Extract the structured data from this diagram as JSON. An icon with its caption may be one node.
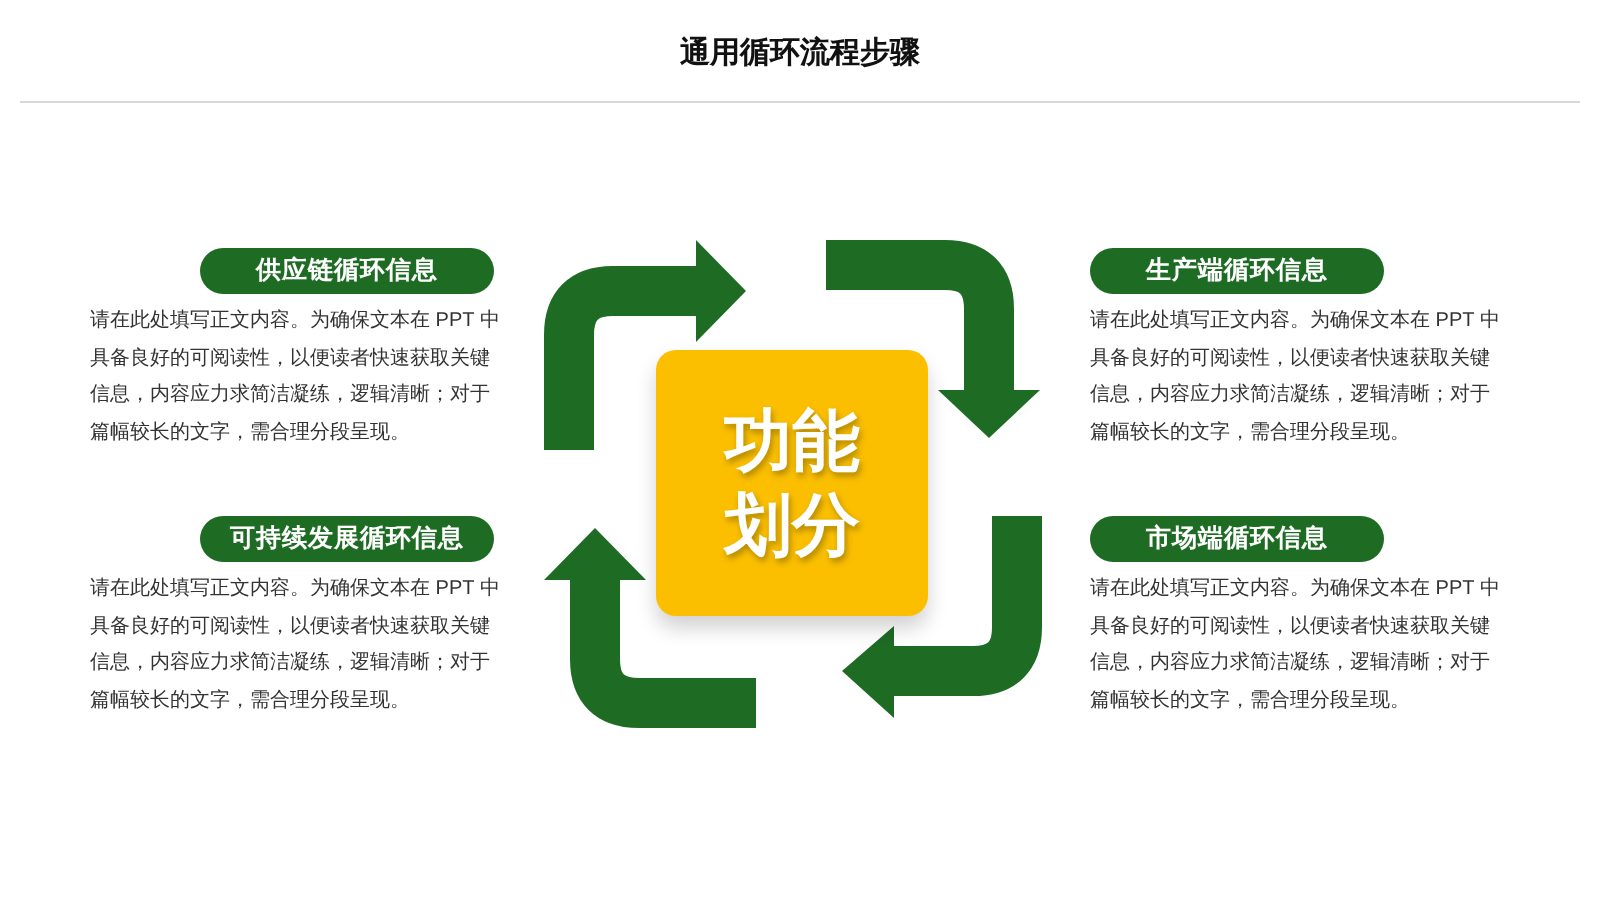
{
  "diagram": {
    "title": "通用循环流程步骤",
    "nodes": [
      {
        "text": [
          "供应链循环信息"
        ],
        "beside": [
          "请在此处填写正文内容。为确保文本在 PPT 中具备良好的可阅读性，以便读者快速获取关键信息，内容应力求简洁凝练，逻辑清晰；对于篇幅较长的文字，需合理分段呈现。"
        ]
      },
      {
        "text": [
          "生产端循环信息"
        ],
        "beside": [
          "请在此处填写正文内容。为确保文本在 PPT 中具备良好的可阅读性，以便读者快速获取关键信息，内容应力求简洁凝练，逻辑清晰；对于篇幅较长的文字，需合理分段呈现。"
        ]
      },
      {
        "text": [
          "功能划分"
        ]
      },
      {
        "text": [
          "可持续发展循环信息"
        ],
        "beside": [
          "请在此处填写正文内容。为确保文本在 PPT 中具备良好的可阅读性，以便读者快速获取关键信息，内容应力求简洁凝练，逻辑清晰；对于篇幅较长的文字，需合理分段呈现。"
        ]
      },
      {
        "text": [
          "市场端循环信息"
        ],
        "beside": [
          "请在此处填写正文内容。为确保文本在 PPT 中具备良好的可阅读性，以便读者快速获取关键信息，内容应力求简洁凝练，逻辑清晰；对于篇幅较长的文字，需合理分段呈现。"
        ]
      }
    ]
  }
}
